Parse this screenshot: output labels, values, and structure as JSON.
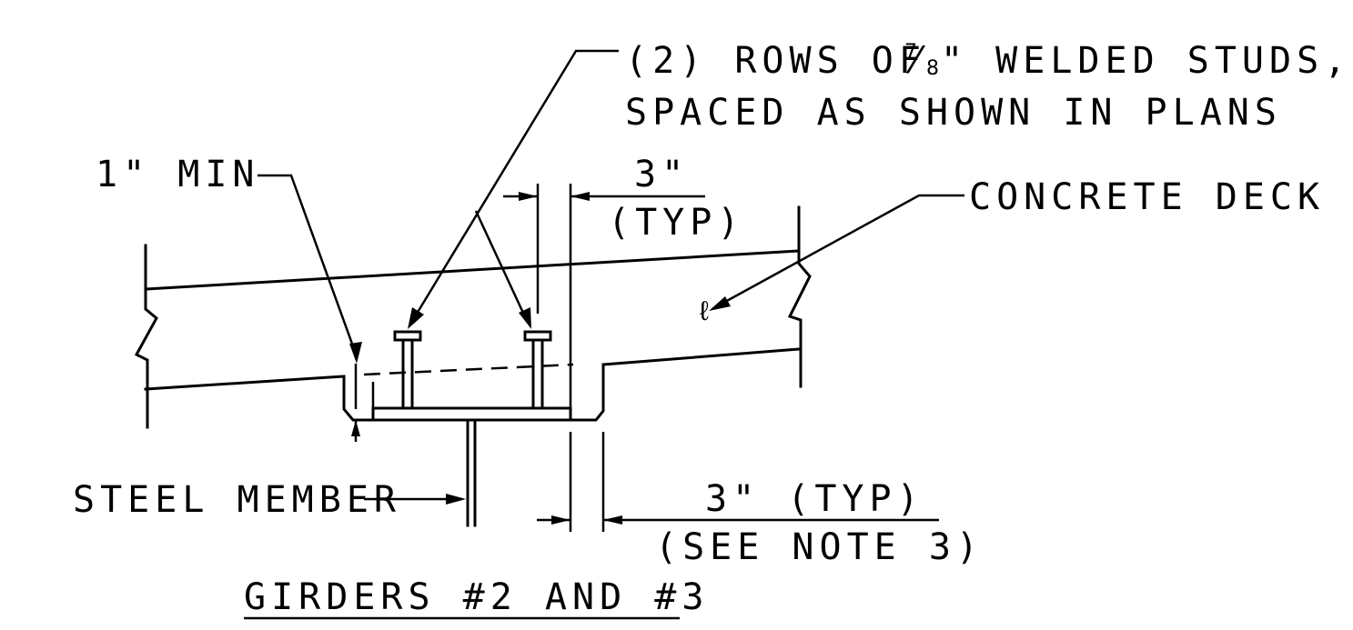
{
  "labels": {
    "studs_line1_a": "(2) ROWS OF ",
    "studs_fraction_num": "7",
    "studs_fraction_den": "8",
    "studs_line1_b": "\" WELDED STUDS,",
    "studs_line2": "SPACED AS SHOWN IN PLANS",
    "min_cover": "1\" MIN",
    "stud_spacing": "3\"",
    "stud_spacing_typ": "(TYP)",
    "concrete_deck": "CONCRETE DECK",
    "centerline_symbol": "ℓ",
    "steel_member": "STEEL MEMBER",
    "edge_distance": "3\"  (TYP)",
    "edge_note": "(SEE NOTE 3)",
    "title": "GIRDERS #2 AND #3"
  }
}
